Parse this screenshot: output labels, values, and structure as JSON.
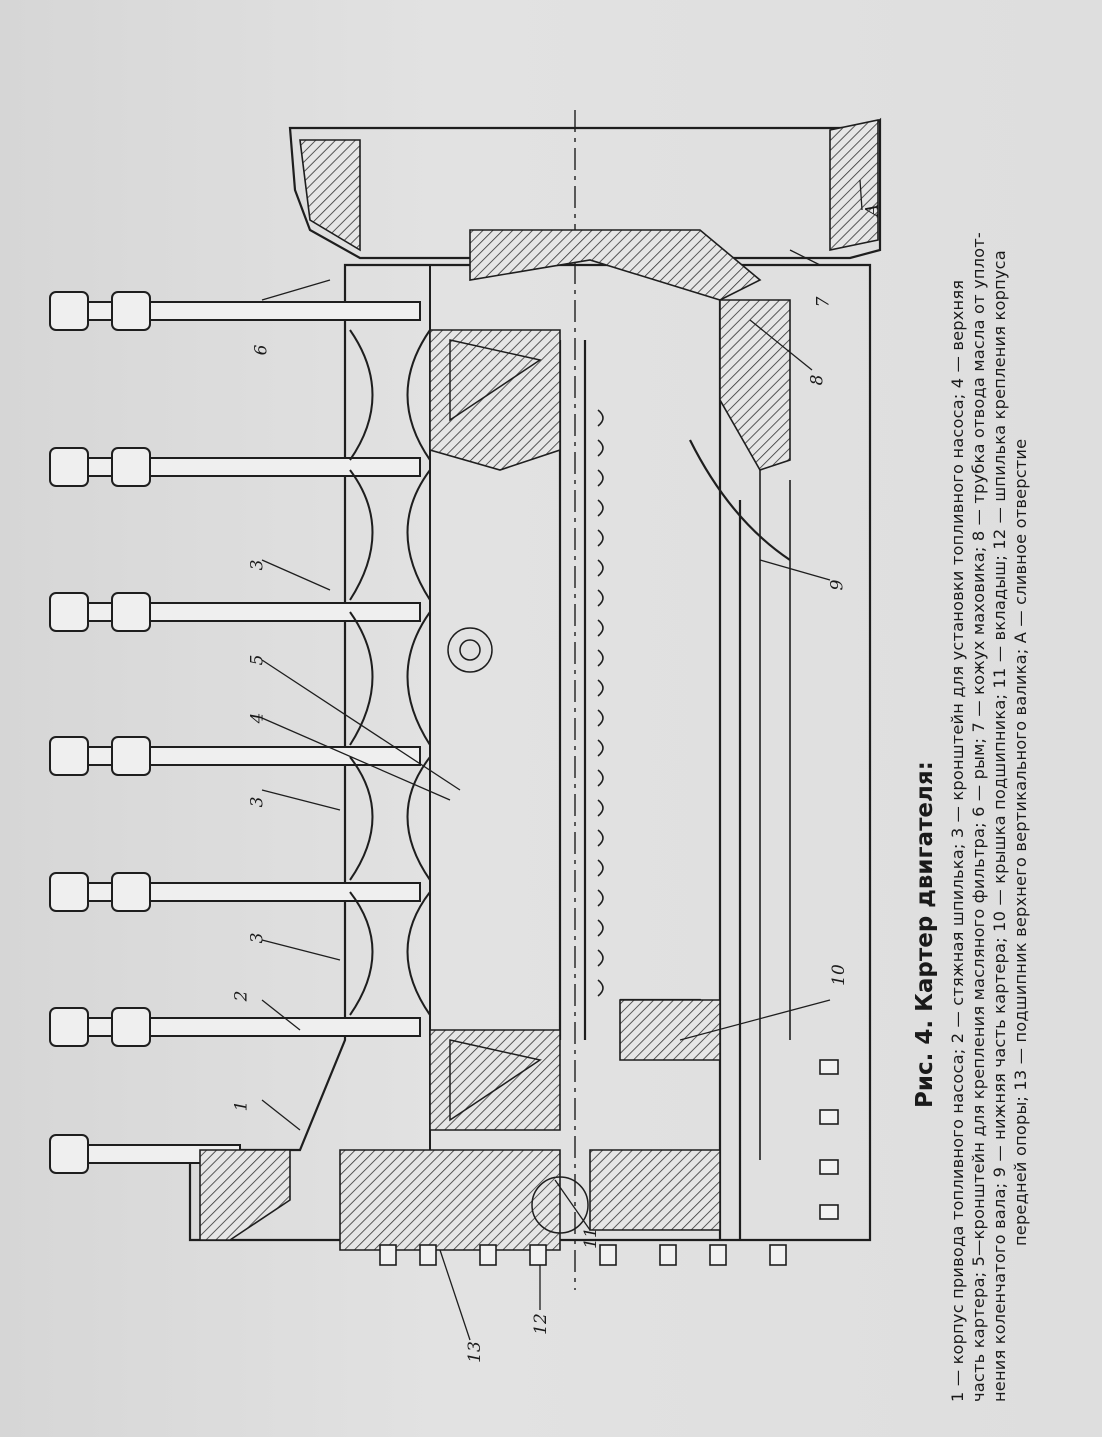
{
  "figure": {
    "title": "Рис. 4. Картер двигателя:",
    "legend_lines": [
      "1 — корпус привода топливного насоса; 2 — стяжная шпилька; 3 — кронштейн для установки топливного насоса; 4 — верхняя",
      "часть картера; 5—кронштейн для крепления масляного фильтра; 6 — рым; 7 — кожух маховика; 8 — трубка отвода масла от уплот-",
      "нения коленчатого вала; 9 — нижняя часть картера; 10 — крышка подшипника; 11 — вкладыш; 12 — шпилька крепления корпуса",
      "передней опоры; 13 — подшипник верхнего вертикального валика; А — сливное отверстие"
    ],
    "callouts": {
      "c1": "1",
      "c2": "2",
      "c3a": "3",
      "c3b": "3",
      "c3c": "3",
      "c4": "4",
      "c5": "5",
      "c6": "6",
      "c7": "7",
      "c8": "8",
      "c9": "9",
      "c10": "10",
      "c11": "11",
      "c12": "12",
      "c13": "13",
      "cA": "А"
    }
  }
}
